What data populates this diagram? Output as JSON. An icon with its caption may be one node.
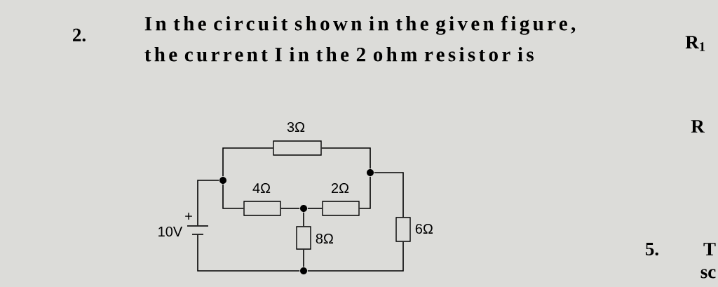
{
  "diagram": {
    "title": "In the circuit shown in the given figure, the current I in the 2 ohm resistor is",
    "nodes": [
      {
        "text": [
          "3Ω"
        ]
      },
      {
        "text": [],
        "shape": "circle"
      },
      {
        "text": [],
        "shape": "circle"
      },
      {
        "text": [
          "4Ω"
        ]
      },
      {
        "text": [
          "2Ω"
        ]
      },
      {
        "text": [],
        "shape": "circle"
      },
      {
        "text": [
          "10V",
          "+"
        ]
      },
      {
        "text": [
          "8Ω"
        ]
      },
      {
        "text": [
          "6Ω"
        ]
      },
      {
        "text": [],
        "shape": "circle"
      }
    ],
    "edges": [
      {
        "from": 6,
        "to": 1,
        "arrow": "none"
      },
      {
        "from": 1,
        "to": 0,
        "arrow": "none"
      },
      {
        "from": 0,
        "to": 2,
        "arrow": "none"
      },
      {
        "from": 1,
        "to": 3,
        "arrow": "none"
      },
      {
        "from": 3,
        "to": 5,
        "arrow": "none"
      },
      {
        "from": 5,
        "to": 4,
        "arrow": "none"
      },
      {
        "from": 4,
        "to": 2,
        "arrow": "none"
      },
      {
        "from": 2,
        "to": 8,
        "arrow": "none"
      },
      {
        "from": 5,
        "to": 7,
        "arrow": "none"
      },
      {
        "from": 7,
        "to": 9,
        "arrow": "none"
      },
      {
        "from": 8,
        "to": 9,
        "arrow": "none"
      },
      {
        "from": 6,
        "to": 9,
        "arrow": "none"
      }
    ],
    "labels": [
      "2.",
      "R$_{1}$",
      "R",
      "5.",
      "T",
      "sc"
    ]
  }
}
